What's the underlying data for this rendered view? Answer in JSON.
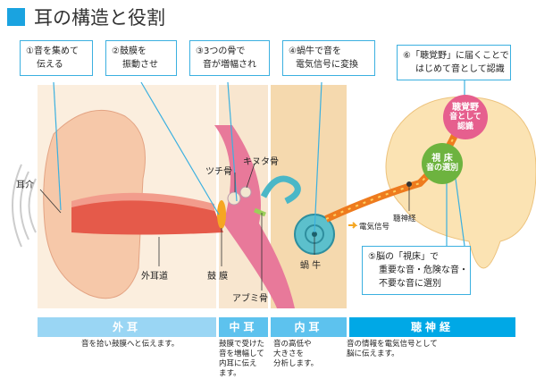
{
  "title": "耳の構造と役割",
  "callouts": {
    "c1": [
      "①音を集めて",
      "伝える"
    ],
    "c2": [
      "②鼓膜を",
      "振動させ"
    ],
    "c3": [
      "③3つの骨で",
      "音が増幅され"
    ],
    "c4": [
      "④蝸牛で音を",
      "電気信号に変換"
    ],
    "c5": [
      "⑤脳の「視床」で",
      "重要な音・危険な音・",
      "不要な音に選別"
    ],
    "c6": [
      "⑥「聴覚野」に届くことで",
      "はじめて音として認識"
    ]
  },
  "labels": {
    "jikai": "耳介",
    "gaijido": "外耳道",
    "tsuchi": "ツチ骨",
    "kinuta": "キヌタ骨",
    "abumi": "アブミ骨",
    "komaku": "鼓 膜",
    "kagyu": "蝸 牛",
    "chou": "聴神経",
    "denki": "電気信号"
  },
  "brain": {
    "choukakuya": [
      "聴覚野",
      "音として",
      "認識"
    ],
    "shisho": [
      "視 床",
      "音の選別"
    ]
  },
  "sections": [
    {
      "label": "外耳",
      "desc": [
        "音を拾い鼓膜へと伝えます。"
      ]
    },
    {
      "label": "中耳",
      "desc": [
        "鼓膜で受けた",
        "音を増幅して",
        "内耳に伝え",
        "ます。"
      ]
    },
    {
      "label": "内耳",
      "desc": [
        "音の高低や",
        "大きさを",
        "分析します。"
      ]
    },
    {
      "label": "聴神経",
      "desc": [
        "音の情報を電気信号として",
        "脳に伝えます。"
      ]
    }
  ],
  "colors": {
    "accent": "#1aa3e0",
    "outer": "#9ad6f4",
    "middle": "#5dc2ee",
    "nerve": "#00a8e6",
    "pink": "#e65f8e",
    "green": "#6db33f",
    "orange": "#ee7b1e"
  }
}
